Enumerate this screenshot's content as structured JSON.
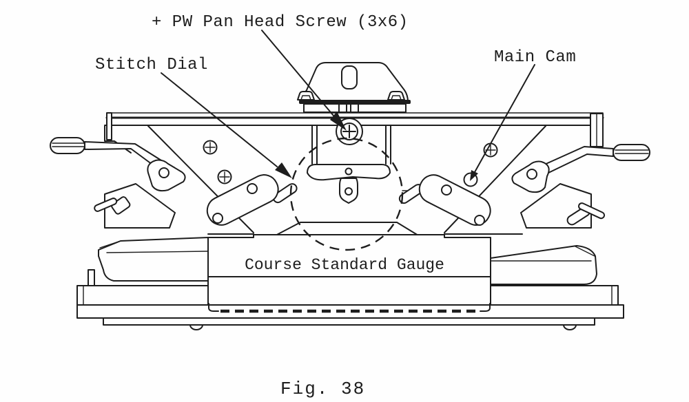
{
  "figure": {
    "caption": "Fig. 38",
    "labels": {
      "screw": "+ PW Pan Head Screw (3x6)",
      "stitch_dial": "Stitch Dial",
      "main_cam": "Main Cam",
      "gauge": "Course Standard Gauge"
    },
    "colors": {
      "ink": "#1d1d1d",
      "paper": "#fefefe"
    }
  }
}
